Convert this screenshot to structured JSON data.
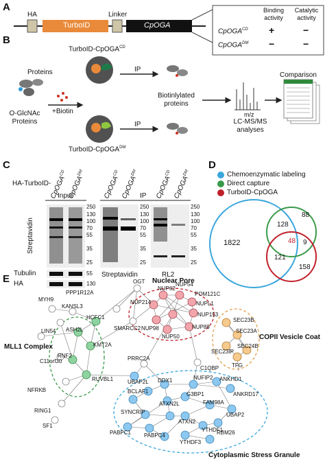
{
  "panels": {
    "A": "A",
    "B": "B",
    "C": "C",
    "D": "D",
    "E": "E"
  },
  "panelA": {
    "construct": {
      "ha": "HA",
      "linker": "Linker",
      "turboid": "TurboID",
      "cpoga": "CpOGA"
    },
    "table": {
      "col_binding": "Binding activity",
      "col_catalytic": "Catalytic activity",
      "rows": [
        {
          "name": "CpOGA",
          "sup": "CD",
          "binding": "+",
          "catalytic": "−"
        },
        {
          "name": "CpOGA",
          "sup": "DM",
          "binding": "−",
          "catalytic": "−"
        }
      ]
    }
  },
  "panelB": {
    "proteins": "Proteins",
    "oglcnac": "O-GlcNAc Proteins",
    "biotin": "+Biotin",
    "top_label": "TurboID-CpOGA",
    "top_sup": "CD",
    "bottom_label": "TurboID-CpOGA",
    "bottom_sup": "DM",
    "ip": "IP",
    "biotinylated": "Biotinlylated proteins",
    "mz": "m/z",
    "lcms": "LC-MS/MS analyses",
    "comparison": "Comparison"
  },
  "panelC": {
    "input": "Input",
    "ip": "IP",
    "ha_turboid": "HA-TurboID-",
    "lane_cd": "CpOGA",
    "sup_cd": "CD",
    "lane_dm": "CpOGA",
    "sup_dm": "DM",
    "streptavidin_side": "Streptavidin",
    "tubulin": "Tubulin",
    "ha": "HA",
    "bottom_strep": "Streptavidin",
    "bottom_rl2": "RL2",
    "mw_input": [
      "250",
      "130",
      "100",
      "70",
      "55",
      "35",
      "25"
    ],
    "mw_ip1": [
      "250",
      "130",
      "100",
      "70",
      "55",
      "35",
      "25"
    ],
    "mw_ip2": [
      "250",
      "130",
      "100",
      "70",
      "55",
      "35",
      "25"
    ],
    "mw_tubulin": "55",
    "mw_ha": "130"
  },
  "panelD": {
    "legend": [
      {
        "label": "Chemoenzymatic labeling",
        "color": "#3aa6dd"
      },
      {
        "label": "Direct capture",
        "color": "#3a9a4a"
      },
      {
        "label": "TurboID-CpOGA",
        "color": "#c0202a"
      }
    ],
    "counts": {
      "blue_only": "1822",
      "blue_green": "128",
      "green_only": "88",
      "all_three": "48",
      "green_red": "9",
      "blue_red": "121",
      "red_only": "158"
    }
  },
  "panelE": {
    "groups": {
      "nuclear_pore": "Nuclear Pore",
      "mll1": "MLL1 Complex",
      "copii": "COPII Vesicle Coat",
      "stress": "Cytoplasmic Stress Granule"
    },
    "nodes": {
      "white": [
        "OGT",
        "PPP1R12A",
        "MYH9",
        "KANSL3",
        "LIN54",
        "SMARCC2",
        "C11orf30",
        "PRRC2A",
        "C1QBP",
        "NFRKB",
        "RING1",
        "SF1"
      ],
      "pink": [
        "NUP62",
        "NUP54",
        "POM121C",
        "NUP214",
        "NUPL1",
        "NUP153",
        "NUP88",
        "NUP50",
        "NUP98"
      ],
      "orange": [
        "SEC23B",
        "SEC23A",
        "SEC23IP",
        "SEC24B",
        "TFG"
      ],
      "green": [
        "HCFC1",
        "ASH2L",
        "KMT2A",
        "RNF2",
        "RUVBL1"
      ],
      "blue": [
        "UBAP2L",
        "DDX1",
        "NUFIP2",
        "ANKHD1",
        "BCLAF1",
        "G3BP1",
        "ANKRD17",
        "ATXN2L",
        "FAM98A",
        "SYNCRIP",
        "ATXN2",
        "UBAP2",
        "YTHDF1",
        "PABPC1",
        "PABPC4",
        "YTHDF3",
        "RBM26"
      ]
    }
  }
}
